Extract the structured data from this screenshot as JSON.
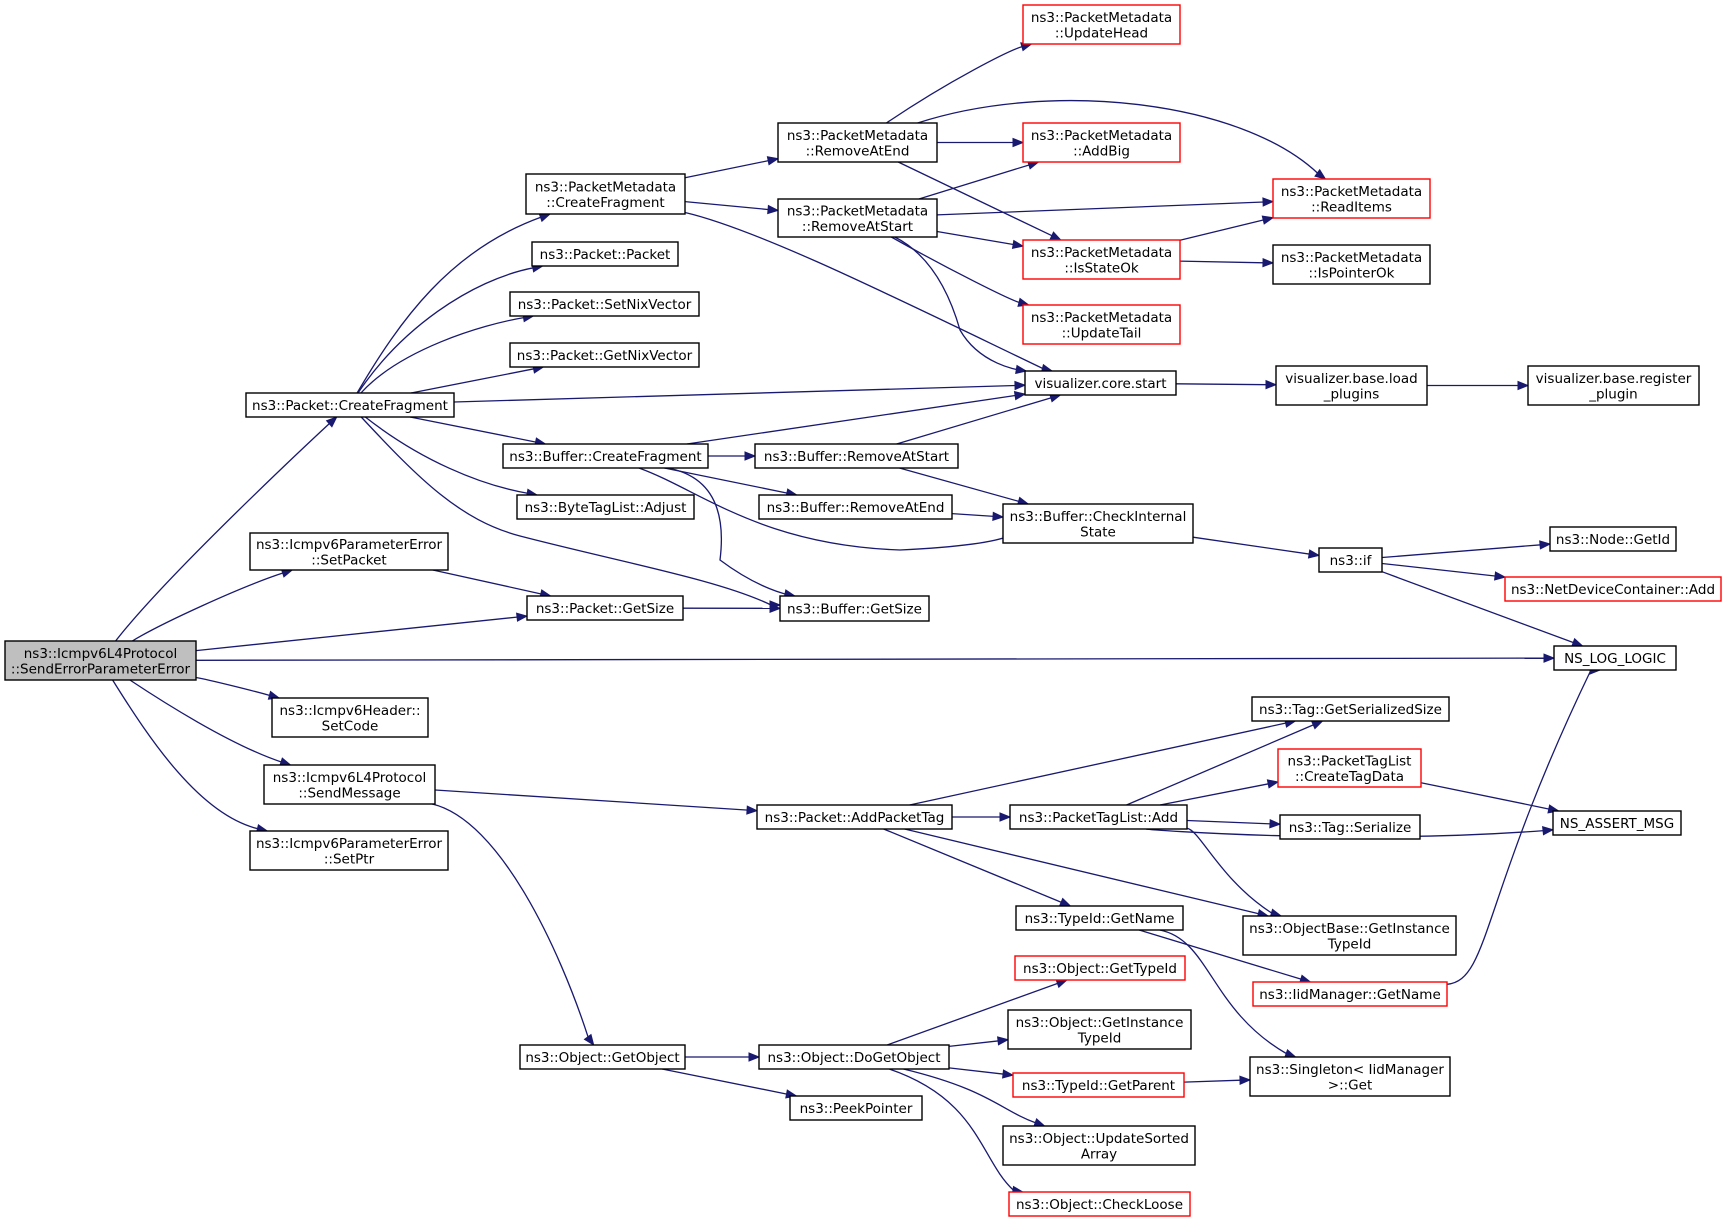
{
  "colors": {
    "edge": "#191970",
    "root_fill": "#bfbfbf",
    "node_fill": "#ffffff",
    "normal_border": "#000000",
    "truncated_border": "#ff0000"
  },
  "nodes": [
    {
      "id": "root",
      "lines": [
        "ns3::Icmpv6L4Protocol",
        "::SendErrorParameterError"
      ],
      "root": true
    },
    {
      "id": "pkt_cf",
      "lines": [
        "ns3::Packet::CreateFragment"
      ]
    },
    {
      "id": "ipe_sp",
      "lines": [
        "ns3::Icmpv6ParameterError",
        "::SetPacket"
      ]
    },
    {
      "id": "pkt_gs",
      "lines": [
        "ns3::Packet::GetSize"
      ]
    },
    {
      "id": "hdr_sc",
      "lines": [
        "ns3::Icmpv6Header::",
        "SetCode"
      ]
    },
    {
      "id": "l4_sm",
      "lines": [
        "ns3::Icmpv6L4Protocol",
        "::SendMessage"
      ]
    },
    {
      "id": "ipe_ptr",
      "lines": [
        "ns3::Icmpv6ParameterError",
        "::SetPtr"
      ]
    },
    {
      "id": "pm_cf",
      "lines": [
        "ns3::PacketMetadata",
        "::CreateFragment"
      ]
    },
    {
      "id": "pkt_pkt",
      "lines": [
        "ns3::Packet::Packet"
      ]
    },
    {
      "id": "pkt_snv",
      "lines": [
        "ns3::Packet::SetNixVector"
      ]
    },
    {
      "id": "pkt_gnv",
      "lines": [
        "ns3::Packet::GetNixVector"
      ]
    },
    {
      "id": "buf_cf",
      "lines": [
        "ns3::Buffer::CreateFragment"
      ]
    },
    {
      "id": "btl_adj",
      "lines": [
        "ns3::ByteTagList::Adjust"
      ]
    },
    {
      "id": "pm_rae",
      "lines": [
        "ns3::PacketMetadata",
        "::RemoveAtEnd"
      ]
    },
    {
      "id": "pm_ras",
      "lines": [
        "ns3::PacketMetadata",
        "::RemoveAtStart"
      ]
    },
    {
      "id": "pm_uh",
      "lines": [
        "ns3::PacketMetadata",
        "::UpdateHead"
      ],
      "truncated": true
    },
    {
      "id": "pm_ab",
      "lines": [
        "ns3::PacketMetadata",
        "::AddBig"
      ],
      "truncated": true
    },
    {
      "id": "pm_ri",
      "lines": [
        "ns3::PacketMetadata",
        "::ReadItems"
      ],
      "truncated": true
    },
    {
      "id": "pm_iso",
      "lines": [
        "ns3::PacketMetadata",
        "::IsStateOk"
      ],
      "truncated": true
    },
    {
      "id": "pm_ipo",
      "lines": [
        "ns3::PacketMetadata",
        "::IsPointerOk"
      ]
    },
    {
      "id": "pm_ut",
      "lines": [
        "ns3::PacketMetadata",
        "::UpdateTail"
      ],
      "truncated": true
    },
    {
      "id": "viz_start",
      "lines": [
        "visualizer.core.start"
      ]
    },
    {
      "id": "viz_load",
      "lines": [
        "visualizer.base.load",
        "_plugins"
      ]
    },
    {
      "id": "viz_reg",
      "lines": [
        "visualizer.base.register",
        "_plugin"
      ]
    },
    {
      "id": "buf_ras",
      "lines": [
        "ns3::Buffer::RemoveAtStart"
      ]
    },
    {
      "id": "buf_rae",
      "lines": [
        "ns3::Buffer::RemoveAtEnd"
      ]
    },
    {
      "id": "buf_cis",
      "lines": [
        "ns3::Buffer::CheckInternal",
        "State"
      ]
    },
    {
      "id": "buf_gs",
      "lines": [
        "ns3::Buffer::GetSize"
      ]
    },
    {
      "id": "ns3_if",
      "lines": [
        "ns3::if"
      ]
    },
    {
      "id": "node_gid",
      "lines": [
        "ns3::Node::GetId"
      ]
    },
    {
      "id": "ndc_add",
      "lines": [
        "ns3::NetDeviceContainer::Add"
      ],
      "truncated": true
    },
    {
      "id": "log_logic",
      "lines": [
        "NS_LOG_LOGIC"
      ]
    },
    {
      "id": "pkt_apt",
      "lines": [
        "ns3::Packet::AddPacketTag"
      ]
    },
    {
      "id": "tag_gss",
      "lines": [
        "ns3::Tag::GetSerializedSize"
      ]
    },
    {
      "id": "ptl_ctd",
      "lines": [
        "ns3::PacketTagList",
        "::CreateTagData"
      ],
      "truncated": true
    },
    {
      "id": "ptl_add",
      "lines": [
        "ns3::PacketTagList::Add"
      ]
    },
    {
      "id": "tag_ser",
      "lines": [
        "ns3::Tag::Serialize"
      ]
    },
    {
      "id": "assert_msg",
      "lines": [
        "NS_ASSERT_MSG"
      ]
    },
    {
      "id": "tid_gn",
      "lines": [
        "ns3::TypeId::GetName"
      ]
    },
    {
      "id": "ob_git",
      "lines": [
        "ns3::ObjectBase::GetInstance",
        "TypeId"
      ]
    },
    {
      "id": "iid_gn",
      "lines": [
        "ns3::IidManager::GetName"
      ],
      "truncated": true
    },
    {
      "id": "obj_gtid",
      "lines": [
        "ns3::Object::GetTypeId"
      ],
      "truncated": true
    },
    {
      "id": "obj_git",
      "lines": [
        "ns3::Object::GetInstance",
        "TypeId"
      ]
    },
    {
      "id": "obj_go",
      "lines": [
        "ns3::Object::GetObject"
      ]
    },
    {
      "id": "obj_dgo",
      "lines": [
        "ns3::Object::DoGetObject"
      ]
    },
    {
      "id": "tid_gp",
      "lines": [
        "ns3::TypeId::GetParent"
      ],
      "truncated": true
    },
    {
      "id": "sing_get",
      "lines": [
        "ns3::Singleton< IidManager",
        ">::Get"
      ]
    },
    {
      "id": "peek_ptr",
      "lines": [
        "ns3::PeekPointer"
      ]
    },
    {
      "id": "obj_usa",
      "lines": [
        "ns3::Object::UpdateSorted",
        "Array"
      ]
    },
    {
      "id": "obj_cl",
      "lines": [
        "ns3::Object::CheckLoose"
      ],
      "truncated": true
    }
  ],
  "edges": [
    [
      "root",
      "pkt_cf"
    ],
    [
      "root",
      "ipe_sp"
    ],
    [
      "root",
      "pkt_gs"
    ],
    [
      "root",
      "log_logic"
    ],
    [
      "root",
      "hdr_sc"
    ],
    [
      "root",
      "l4_sm"
    ],
    [
      "root",
      "ipe_ptr"
    ],
    [
      "pkt_cf",
      "pm_cf"
    ],
    [
      "pkt_cf",
      "pkt_pkt"
    ],
    [
      "pkt_cf",
      "pkt_snv"
    ],
    [
      "pkt_cf",
      "pkt_gnv"
    ],
    [
      "pkt_cf",
      "viz_start"
    ],
    [
      "pkt_cf",
      "buf_cf"
    ],
    [
      "pkt_cf",
      "btl_adj"
    ],
    [
      "pkt_cf",
      "buf_gs"
    ],
    [
      "ipe_sp",
      "pkt_gs"
    ],
    [
      "pkt_gs",
      "buf_gs"
    ],
    [
      "pm_cf",
      "pm_rae"
    ],
    [
      "pm_cf",
      "pm_ras"
    ],
    [
      "pm_cf",
      "viz_start"
    ],
    [
      "pm_rae",
      "pm_uh"
    ],
    [
      "pm_rae",
      "pm_ab"
    ],
    [
      "pm_rae",
      "pm_ri"
    ],
    [
      "pm_rae",
      "pm_iso"
    ],
    [
      "pm_ras",
      "pm_ab"
    ],
    [
      "pm_ras",
      "pm_ri"
    ],
    [
      "pm_ras",
      "pm_iso"
    ],
    [
      "pm_ras",
      "pm_ut"
    ],
    [
      "pm_ras",
      "viz_start"
    ],
    [
      "pm_iso",
      "pm_ri"
    ],
    [
      "pm_iso",
      "pm_ipo"
    ],
    [
      "viz_start",
      "viz_load"
    ],
    [
      "viz_load",
      "viz_reg"
    ],
    [
      "buf_cf",
      "viz_start"
    ],
    [
      "buf_cf",
      "buf_ras"
    ],
    [
      "buf_cf",
      "buf_rae"
    ],
    [
      "buf_cf",
      "buf_cis"
    ],
    [
      "buf_cf",
      "buf_gs"
    ],
    [
      "buf_ras",
      "viz_start"
    ],
    [
      "buf_ras",
      "buf_cis"
    ],
    [
      "buf_rae",
      "buf_cis"
    ],
    [
      "buf_cis",
      "ns3_if"
    ],
    [
      "ns3_if",
      "node_gid"
    ],
    [
      "ns3_if",
      "ndc_add"
    ],
    [
      "ns3_if",
      "log_logic"
    ],
    [
      "l4_sm",
      "pkt_apt"
    ],
    [
      "l4_sm",
      "obj_go"
    ],
    [
      "pkt_apt",
      "tag_gss"
    ],
    [
      "pkt_apt",
      "ptl_add"
    ],
    [
      "pkt_apt",
      "tid_gn"
    ],
    [
      "pkt_apt",
      "ob_git"
    ],
    [
      "ptl_add",
      "tag_gss"
    ],
    [
      "ptl_add",
      "ptl_ctd"
    ],
    [
      "ptl_add",
      "tag_ser"
    ],
    [
      "ptl_add",
      "assert_msg"
    ],
    [
      "ptl_add",
      "ob_git"
    ],
    [
      "ptl_ctd",
      "assert_msg"
    ],
    [
      "tid_gn",
      "iid_gn"
    ],
    [
      "tid_gn",
      "sing_get"
    ],
    [
      "iid_gn",
      "log_logic"
    ],
    [
      "obj_go",
      "obj_dgo"
    ],
    [
      "obj_go",
      "peek_ptr"
    ],
    [
      "obj_dgo",
      "obj_gtid"
    ],
    [
      "obj_dgo",
      "obj_git"
    ],
    [
      "obj_dgo",
      "tid_gp"
    ],
    [
      "obj_dgo",
      "obj_usa"
    ],
    [
      "obj_dgo",
      "obj_cl"
    ],
    [
      "tid_gp",
      "sing_get"
    ]
  ]
}
